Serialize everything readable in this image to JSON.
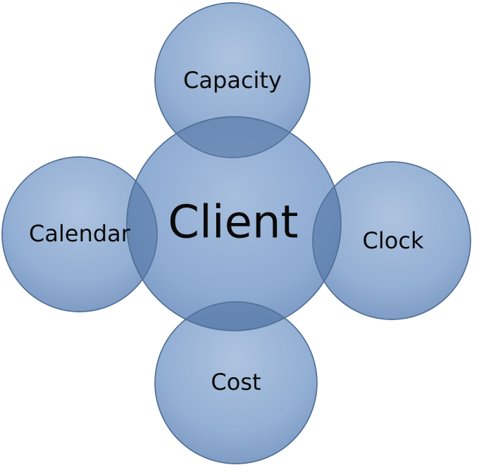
{
  "center": {
    "label": "Client"
  },
  "nodes": {
    "top": {
      "label": "Capacity"
    },
    "left": {
      "label": "Calendar"
    },
    "right": {
      "label": "Clock"
    },
    "bottom": {
      "label": "Cost"
    }
  },
  "colors": {
    "fill_light": "#a9bfdd",
    "fill_mid": "#8eabd3",
    "fill_dark": "#7a98c2",
    "stroke": "#4f6f96",
    "overlap": "#4a6f9e",
    "text": "#0a0a0a"
  }
}
